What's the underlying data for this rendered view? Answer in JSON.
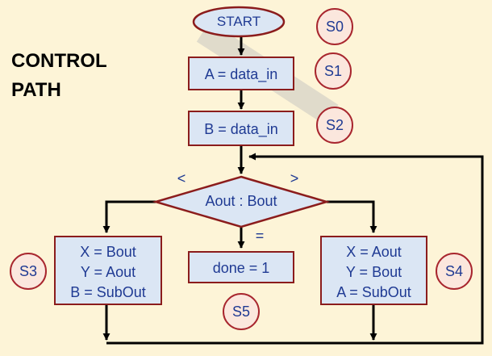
{
  "heading": {
    "line1": "CONTROL",
    "line2": "PATH"
  },
  "nodes": {
    "start": "START",
    "assign_a": "A = data_in",
    "assign_b": "B = data_in",
    "compare": "Aout : Bout",
    "left_box": [
      "X = Bout",
      "Y = Aout",
      "B = SubOut"
    ],
    "done_box": "done = 1",
    "right_box": [
      "X = Aout",
      "Y = Bout",
      "A = SubOut"
    ]
  },
  "branch_labels": {
    "less": "<",
    "greater": ">",
    "equal": "="
  },
  "states": {
    "s0": "S0",
    "s1": "S1",
    "s2": "S2",
    "s3": "S3",
    "s4": "S4",
    "s5": "S5"
  },
  "colors": {
    "background": "#fdf4d7",
    "box_fill": "#dbe6f4",
    "box_border": "#8b1c1c",
    "text": "#1f3a93",
    "state_border": "#a8262e",
    "line": "#000000"
  }
}
